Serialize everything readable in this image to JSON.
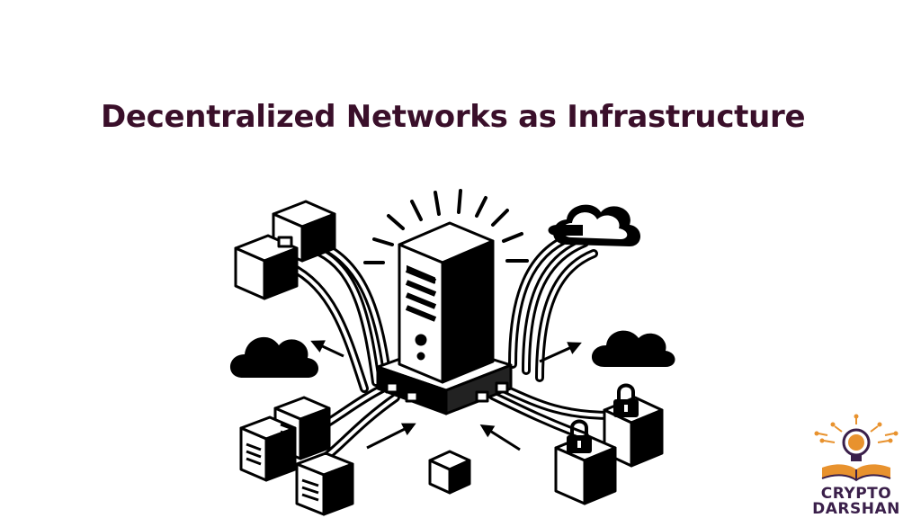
{
  "title": "Decentralized Networks as Infrastructure",
  "colors": {
    "title": "#3a0f2a",
    "ink": "#000000",
    "paper": "#ffffff",
    "brand": "#3a1f4a",
    "brand_accent": "#e8922e"
  },
  "brand": {
    "line1": "CRYPTO",
    "line2": "DARSHAN",
    "icon": "lightbulb-book-icon"
  },
  "diagram": {
    "hub": "server-tower-icon",
    "nodes": [
      "server-rack-cubes-top-left",
      "cloud-icon-top-right",
      "cloud-icon-left",
      "cloud-icon-right",
      "server-rack-cubes-bottom-left",
      "cube-icon-bottom-center",
      "lock-boxes-icon-bottom-right"
    ]
  }
}
